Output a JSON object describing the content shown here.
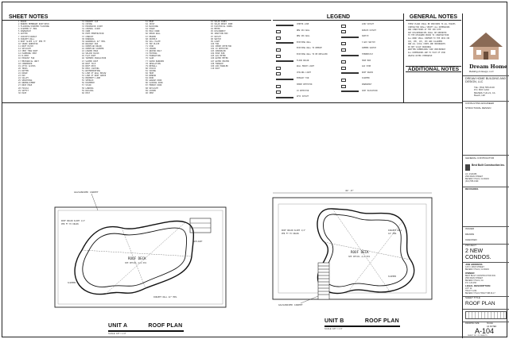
{
  "sheet_notes": {
    "title": "SHEET NOTES",
    "col1": [
      "1  DRAIN",
      "2  BONDED MEMBRANE ROOF/DECK",
      "3  FLASHING/COUNTER FLASHING",
      "4  SCUPPER 6\" MIN.",
      "5  DOWNSPOUT",
      "6  GUTTER",
      "7  CRICKET/SADDLE",
      "8  PARAPET WALL",
      "9  ROOF SLOPE 1/4\" PER FT",
      "10 SPARK ARRESTOR",
      "11 ROOF HATCH",
      "12 SKYLIGHT",
      "13 VENT THRU ROOF",
      "14 PLUMBING VENT",
      "15 B-VENT",
      "16 EXHAUST FAN",
      "17 MECHANICAL UNIT",
      "18 CONDENSER",
      "19 ATTIC ACCESS",
      "20 TRUSS",
      "21 RAFTER",
      "22 RIDGE",
      "23 HIP",
      "24 VALLEY",
      "25 SHEATHING",
      "26 UNDERLAYMENT",
      "27 DRIP EDGE",
      "28 FASCIA",
      "29 SOFFIT",
      "30 EAVE"
    ],
    "col2": [
      "31 PARAPET CAP",
      "32 COPING",
      "33 EXPANSION JOINT",
      "34 CONTROL JOINT",
      "35 CURB",
      "36 PIPE PENETRATION",
      "37 CONDUIT",
      "38 HANDRAIL",
      "39 GUARDRAIL 42\" MIN.",
      "40 WALKWAY PAD",
      "41 OVERFLOW DRAIN",
      "42 OVERFLOW SCUPPER",
      "43 LEADER HEAD",
      "44 SPLASH BLOCK",
      "45 FLAT ROOF",
      "46 TAPERED INSULATION",
      "47 SLOPED ROOF",
      "48 ROOF TILE",
      "49 ROOF DECK",
      "50 DECK COATING",
      "51 WATERPROOFING",
      "52 LINE OF WALL BELOW",
      "53 LINE OF ROOF ABOVE",
      "54 PROPERTY LINE",
      "55 SETBACK",
      "56 EASEMENT",
      "57 STAIR",
      "58 LANDING",
      "59 RAILING",
      "60 POST"
    ],
    "col3": [
      "61 BEAM",
      "62 JOIST",
      "63 BLOCKING",
      "64 STRAP",
      "65 HOLD DOWN",
      "66 SHEAR WALL",
      "67 HEADER",
      "68 CRIPPLE",
      "69 SILL PLATE",
      "70 TOP PLATE",
      "71 STUD",
      "72 LEDGER",
      "73 ANCHOR BOLT",
      "74 FOOTING",
      "75 FOUNDATION",
      "76 SLAB",
      "77 VAPOR BARRIER",
      "78 INSULATION",
      "79 DRYWALL",
      "80 STUCCO",
      "81 SIDING",
      "82 TRIM",
      "83 WINDOW",
      "84 DOOR",
      "85 GARAGE DOOR",
      "86 SLIDING DOOR",
      "87 FRENCH DOOR",
      "88 SKYLIGHT",
      "89 LOUVER",
      "90 VENT"
    ],
    "col4": [
      "91 SOLAR PANEL",
      "92 SOLAR READY ZONE",
      "93 ELECTRICAL PANEL",
      "94 METER",
      "95 DISCONNECT",
      "96 JUNCTION BOX",
      "97 OUTLET",
      "98 SWITCH",
      "99 LIGHT",
      "100 FAN",
      "101 SMOKE DETECTOR",
      "102 CO DETECTOR",
      "103 SPRINKLER",
      "104 HOSE BIB",
      "105 GAS METER",
      "106 WATER METER",
      "107 WATER HEATER",
      "108 FURNACE",
      "109 AIR HANDLER",
      "110 DUCT"
    ]
  },
  "legend": {
    "title": "LEGEND",
    "items": [
      "CENTER LINE",
      "NEW 2X4 WALL",
      "NEW 2X6 WALL",
      "EXISTING WALL",
      "EXISTING WALL TO REMOVE",
      "EXISTING WALL TO BE REPLACED",
      "FLOOR DRAIN",
      "WALL MOUNT LIGHT",
      "CEILING LIGHT",
      "EXHAUST FAN",
      "SMOKE DETECTOR",
      "CO DETECTOR",
      "GFCI OUTLET",
      "220V OUTLET",
      "DUPLEX OUTLET",
      "SWITCH",
      "3-WAY SWITCH",
      "DIMMER SWITCH",
      "THERMOSTAT",
      "HOSE BIB",
      "GAS STUB",
      "ROOF DRAIN",
      "SCUPPER",
      "DOWNSPOUT",
      "SPOT ELEVATION"
    ]
  },
  "general_notes": {
    "title": "GENERAL NOTES",
    "lines": [
      "THESE PLANS SHALL BE PROVIDED TO ALL TRADES",
      "CONTRACTOR SHALL VERIFY ALL DIMENSIONS",
      "AND CONDITIONS AT THE JOB SITE",
      "ANY DISCREPANCIES SHALL BE REPORTED",
      "TO THE DESIGNER PRIOR TO CONSTRUCTION",
      "ALL WORK SHALL CONFORM TO THE 2019 CBC",
      "CRC, CMC, CPC, CEC AND CALGREEN",
      "AND ALL LOCAL CODES AND ORDINANCES",
      "DO NOT SCALE DRAWINGS",
      "WRITTEN DIMENSIONS TAKE PRECEDENCE",
      "ALL DIMENSIONS ARE TO FACE OF STUD",
      "UNLESS NOTED OTHERWISE"
    ],
    "additional_title": "ADDITIONAL NOTES"
  },
  "title_block": {
    "logo_text": "Dream Home",
    "logo_sub": "Building & Design, LLC",
    "company": "DREAM HOME BUILDING AND DESIGN, LLC",
    "company_lines": [
      "TEL: (562) 555-0100",
      "P.O. BOX 1234",
      "BEVERLY HILLS, CA",
      "Beach, HM"
    ],
    "consultant": "CONSULTING ENGINEER",
    "structural": "STRUCTURAL DESIGN",
    "general_contractor": "GENERAL CONTRACTOR",
    "gc_name": "Best Built Construction Inc.",
    "gc_lines": [
      "LIC. #123456",
      "2560 MAIN STREET",
      "BEVERLY HILLS, CA 90210",
      "(310) 555-0199"
    ],
    "revisions": "REVISIONS",
    "issued": "ISSUED",
    "drawn": "DRAWN",
    "checked": "CHECKED",
    "project": "PROJECT",
    "project_name": "2 NEW CONDOS.",
    "job_address_title": "JOB ADDRESS",
    "job_address": [
      "123 N. MAIN STREET",
      "BEVERLY HILLS, CA 90210"
    ],
    "owner_title": "OWNER",
    "owner": [
      "BEST BUILT CONSTRUCTION INC.",
      "2560 MAIN STREET",
      "BEVERLY HILLS, CA",
      "P.O. 123-456"
    ],
    "legal_title": "LEGAL DESCRIPTION",
    "legal": [
      "LOT: 12",
      "TRACT: 1234",
      "BEVERLY HILLS TRACT MB 23-17"
    ],
    "sheet_title_label": "SHEET TITLE",
    "sheet_title": "ROOF PLAN",
    "drawing_size": "DRAWING SIZE",
    "scale_label": "SCALE",
    "scale_value": "AS NOTED",
    "sheet_no": "A-104",
    "sheet_of": "SHEET NO. OF SHEETS"
  },
  "plans": {
    "unit_a": {
      "title": "UNIT A",
      "subtitle": "ROOF PLAN",
      "scale": "SCALE: 1/8\" = 1'-0\"",
      "callout": "GALVANIZED CARPET",
      "roof_label": "ROOF DECK",
      "roof_sub": "SEE DETAIL A/A-501"
    },
    "unit_b": {
      "title": "UNIT B",
      "subtitle": "ROOF PLAN",
      "scale": "SCALE: 1/8\" = 1'-0\"",
      "callout": "GALVANIZED CARPET",
      "roof_label": "ROOF DECK",
      "roof_sub": "SEE DETAIL A/A-501",
      "dimension": "44'-0\""
    }
  }
}
